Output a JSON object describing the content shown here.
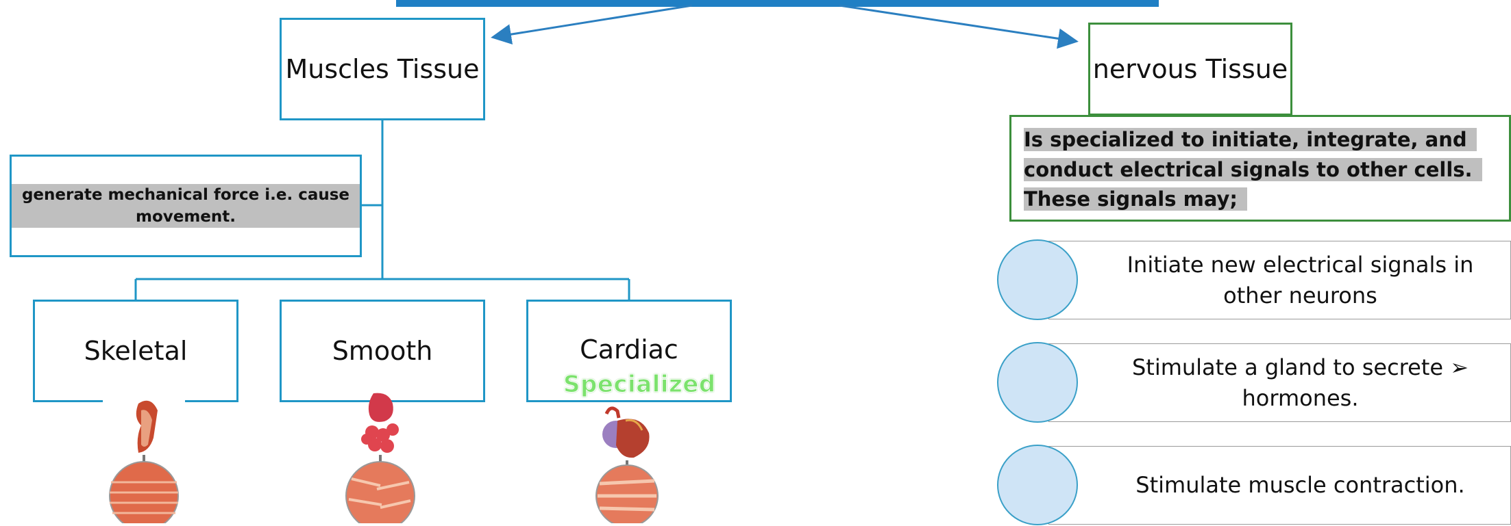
{
  "top_bar_color": "#1f7fc4",
  "muscles": {
    "title": "Muscles Tissue",
    "description": "generate mechanical force i.e. cause movement.",
    "types": [
      {
        "label": "Skeletal",
        "image_icon": "skeletal-muscle-icon"
      },
      {
        "label": "Smooth",
        "image_icon": "smooth-muscle-icon"
      },
      {
        "label": "Cardiac",
        "image_icon": "cardiac-muscle-icon"
      }
    ],
    "cardiac_note": "Specialized"
  },
  "nervous": {
    "title": "nervous Tissue",
    "description_lines": [
      "Is specialized to initiate, integrate, and",
      "conduct electrical signals to other cells.",
      "These signals may;"
    ],
    "items": [
      {
        "line1": "Initiate new electrical signals in",
        "line2": "other neurons"
      },
      {
        "line1": "Stimulate a gland to secrete ➢",
        "line2": "hormones."
      },
      {
        "line1": "Stimulate muscle contraction.",
        "line2": ""
      }
    ]
  },
  "colors": {
    "muscle_border": "#1f96c6",
    "nerve_border": "#3c8f3c",
    "circle_fill": "#cfe4f6"
  }
}
